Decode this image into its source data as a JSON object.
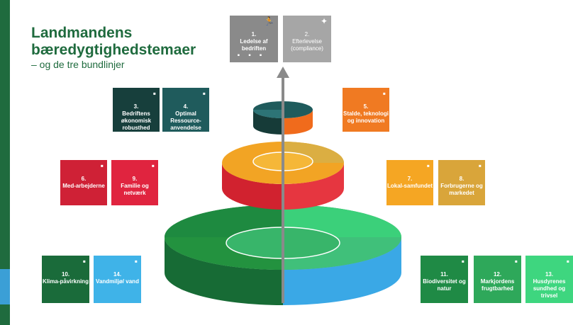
{
  "title": {
    "line1": "Landmandens",
    "line2": "bæredygtighedstemaer",
    "subtitle": "– og de tre bundlinjer"
  },
  "themes": [
    {
      "id": "t1",
      "num": "1.",
      "label": "Ledelse af bedriften",
      "color": "#8a8a8a"
    },
    {
      "id": "t2",
      "num": "2.",
      "label": "Efterlevelse (compliance)",
      "color": "#a6a6a6"
    },
    {
      "id": "t3",
      "num": "3.",
      "label": "Bedriftens økonomisk robusthed",
      "color": "#173f3c"
    },
    {
      "id": "t4",
      "num": "4.",
      "label": "Optimal Ressource-anvendelse",
      "color": "#1f5b5c"
    },
    {
      "id": "t5",
      "num": "5.",
      "label": "Stalde, teknologi og innovation",
      "color": "#f07a22"
    },
    {
      "id": "t6",
      "num": "6.",
      "label": "Med-arbejderne",
      "color": "#cf2136"
    },
    {
      "id": "t9",
      "num": "9.",
      "label": "Familie og netværk",
      "color": "#e0243f"
    },
    {
      "id": "t7",
      "num": "7.",
      "label": "Lokal-samfundet",
      "color": "#f5a623"
    },
    {
      "id": "t8",
      "num": "8.",
      "label": "Forbrugerne og markedet",
      "color": "#d9a53a"
    },
    {
      "id": "t10",
      "num": "10.",
      "label": "Klima-påvirkning",
      "color": "#1a6b3a"
    },
    {
      "id": "t14",
      "num": "14.",
      "label": "Vandmiljø/ vand",
      "color": "#3fb3e8"
    },
    {
      "id": "t11",
      "num": "11.",
      "label": "Biodiversitet og natur",
      "color": "#1f8a45"
    },
    {
      "id": "t12",
      "num": "12.",
      "label": "Markjordens frugtbarhed",
      "color": "#2ea85a"
    },
    {
      "id": "t13",
      "num": "13.",
      "label": "Husdyrenes sundhed og trivsel",
      "color": "#3ed67f"
    }
  ]
}
